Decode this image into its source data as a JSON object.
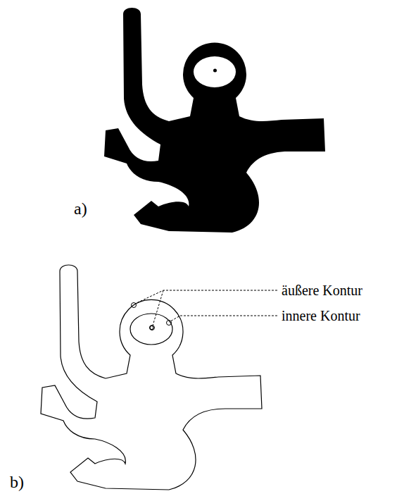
{
  "diagram": {
    "labels": [
      "a)",
      "äußere Kontur",
      "innere Kontur",
      "b)"
    ]
  }
}
